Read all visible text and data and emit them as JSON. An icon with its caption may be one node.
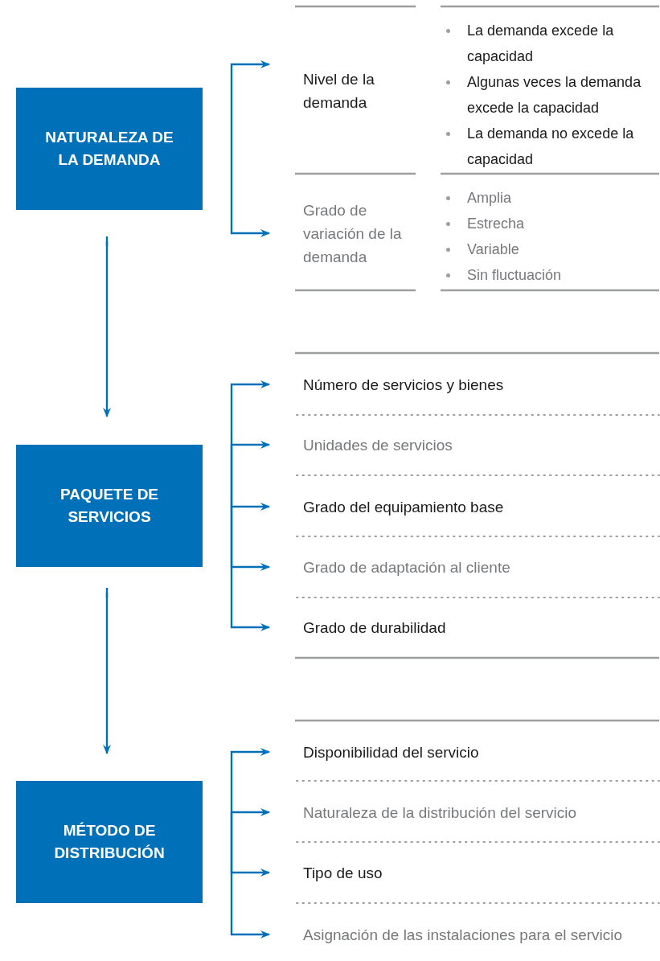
{
  "diagram": {
    "nodes": [
      {
        "text": [
          "NATURALEZA DE LA DEMANDA"
        ]
      },
      {
        "text": [
          "Nivel de la demanda"
        ]
      },
      {
        "text": [
          "Grado de variación de la demanda"
        ]
      },
      {
        "text": [
          "PAQUETE DE SERVICIOS"
        ]
      },
      {
        "text": [
          "Número de servicios y bienes"
        ]
      },
      {
        "text": [
          "Unidades de servicios"
        ]
      },
      {
        "text": [
          "Grado del equipamiento base"
        ]
      },
      {
        "text": [
          "Grado de adaptación al cliente"
        ]
      },
      {
        "text": [
          "Grado de durabilidad"
        ]
      },
      {
        "text": [
          "MÉTODO DE DISTRIBUCIÓN"
        ]
      },
      {
        "text": [
          "Disponibilidad del servicio"
        ]
      },
      {
        "text": [
          "Naturaleza de la distribución del servicio"
        ]
      },
      {
        "text": [
          "Tipo de uso"
        ]
      },
      {
        "text": [
          "Asignación de las instalaciones para el servicio"
        ]
      }
    ],
    "edges": [
      {
        "from": 0,
        "to": 3,
        "arrow": "to"
      },
      {
        "from": 3,
        "to": 9,
        "arrow": "to"
      },
      {
        "from": null,
        "to": 1,
        "arrow": "to"
      },
      {
        "from": null,
        "to": 2,
        "arrow": "to"
      },
      {
        "from": null,
        "to": 4,
        "arrow": "to"
      },
      {
        "from": null,
        "to": 5,
        "arrow": "to"
      },
      {
        "from": null,
        "to": 6,
        "arrow": "to"
      },
      {
        "from": null,
        "to": 7,
        "arrow": "to"
      },
      {
        "from": null,
        "to": 8,
        "arrow": "to"
      },
      {
        "from": null,
        "to": 10,
        "arrow": "to"
      },
      {
        "from": null,
        "to": 11,
        "arrow": "to"
      },
      {
        "from": null,
        "to": 12,
        "arrow": "to"
      },
      {
        "from": null,
        "to": 13,
        "arrow": "to"
      }
    ],
    "labels": [
      "La demanda excede la capacidad",
      "Algunas veces la demanda excede la capacidad",
      "La demanda no excede la capacidad",
      "Amplia",
      "Estrecha",
      "Variable",
      "Sin fluctuación"
    ]
  }
}
